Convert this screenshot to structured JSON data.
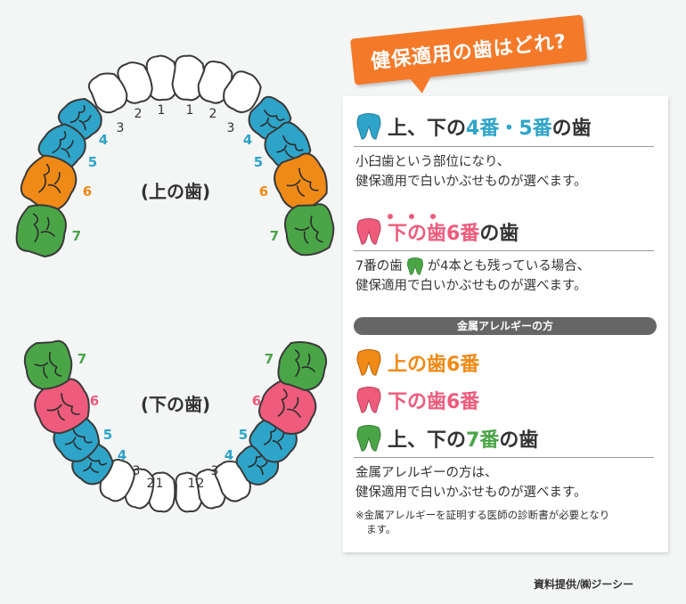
{
  "callout": "健保適用の歯はどれ?",
  "colors": {
    "blue": "#2ea4c9",
    "orange": "#f08a16",
    "pink": "#ee5b7c",
    "green": "#4aa547",
    "white": "#ffffff",
    "callout": "#f47a2a"
  },
  "diagram": {
    "upper_label": "(上の歯)",
    "lower_label": "(下の歯)",
    "upper_teeth": [
      {
        "num": "1",
        "color": "white"
      },
      {
        "num": "2",
        "color": "white"
      },
      {
        "num": "3",
        "color": "white"
      },
      {
        "num": "4",
        "color": "blue"
      },
      {
        "num": "5",
        "color": "blue"
      },
      {
        "num": "6",
        "color": "orange"
      },
      {
        "num": "7",
        "color": "green"
      }
    ],
    "lower_teeth": [
      {
        "num": "1",
        "color": "white"
      },
      {
        "num": "2",
        "color": "white"
      },
      {
        "num": "3",
        "color": "white"
      },
      {
        "num": "4",
        "color": "blue"
      },
      {
        "num": "5",
        "color": "blue"
      },
      {
        "num": "6",
        "color": "pink"
      },
      {
        "num": "7",
        "color": "green"
      }
    ]
  },
  "card": {
    "sec1": {
      "title_pre": "上、下の",
      "title_hl1": "4番",
      "title_mid": "・",
      "title_hl2": "5番",
      "title_post": "の歯",
      "line1": "小臼歯という部位になり、",
      "line2": "健保適用で白いかぶせものが選べます。"
    },
    "sec2": {
      "title_hl": "下の歯6番",
      "title_post": "の歯",
      "line1_pre": "7番の歯",
      "line1_post": "が4本とも残っている場合、",
      "line2": "健保適用で白いかぶせものが選べます。"
    },
    "allergy_pill": "金属アレルギーの方",
    "sec3": {
      "item1": "上の歯6番",
      "item2": "下の歯6番",
      "item3_pre": "上、下の",
      "item3_hl": "7番",
      "item3_post": "の歯",
      "line1": "金属アレルギーの方は、",
      "line2": "健保適用で白いかぶせものが選べます。",
      "note1": "※金属アレルギーを証明する医師の診断書が必要となり",
      "note2": "ます。"
    }
  },
  "credit": "資料提供/㈱ジーシー"
}
